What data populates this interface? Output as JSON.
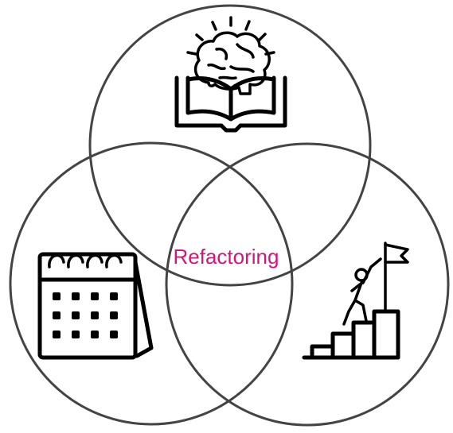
{
  "diagram": {
    "center_label": "Refactoring",
    "label_color": "#d4147a",
    "circle_stroke_color": "#444444",
    "circles": [
      {
        "position": "top",
        "icon": "brain-book-icon"
      },
      {
        "position": "bottom-left",
        "icon": "calendar-icon"
      },
      {
        "position": "bottom-right",
        "icon": "climbing-stairs-flag-icon"
      }
    ]
  }
}
